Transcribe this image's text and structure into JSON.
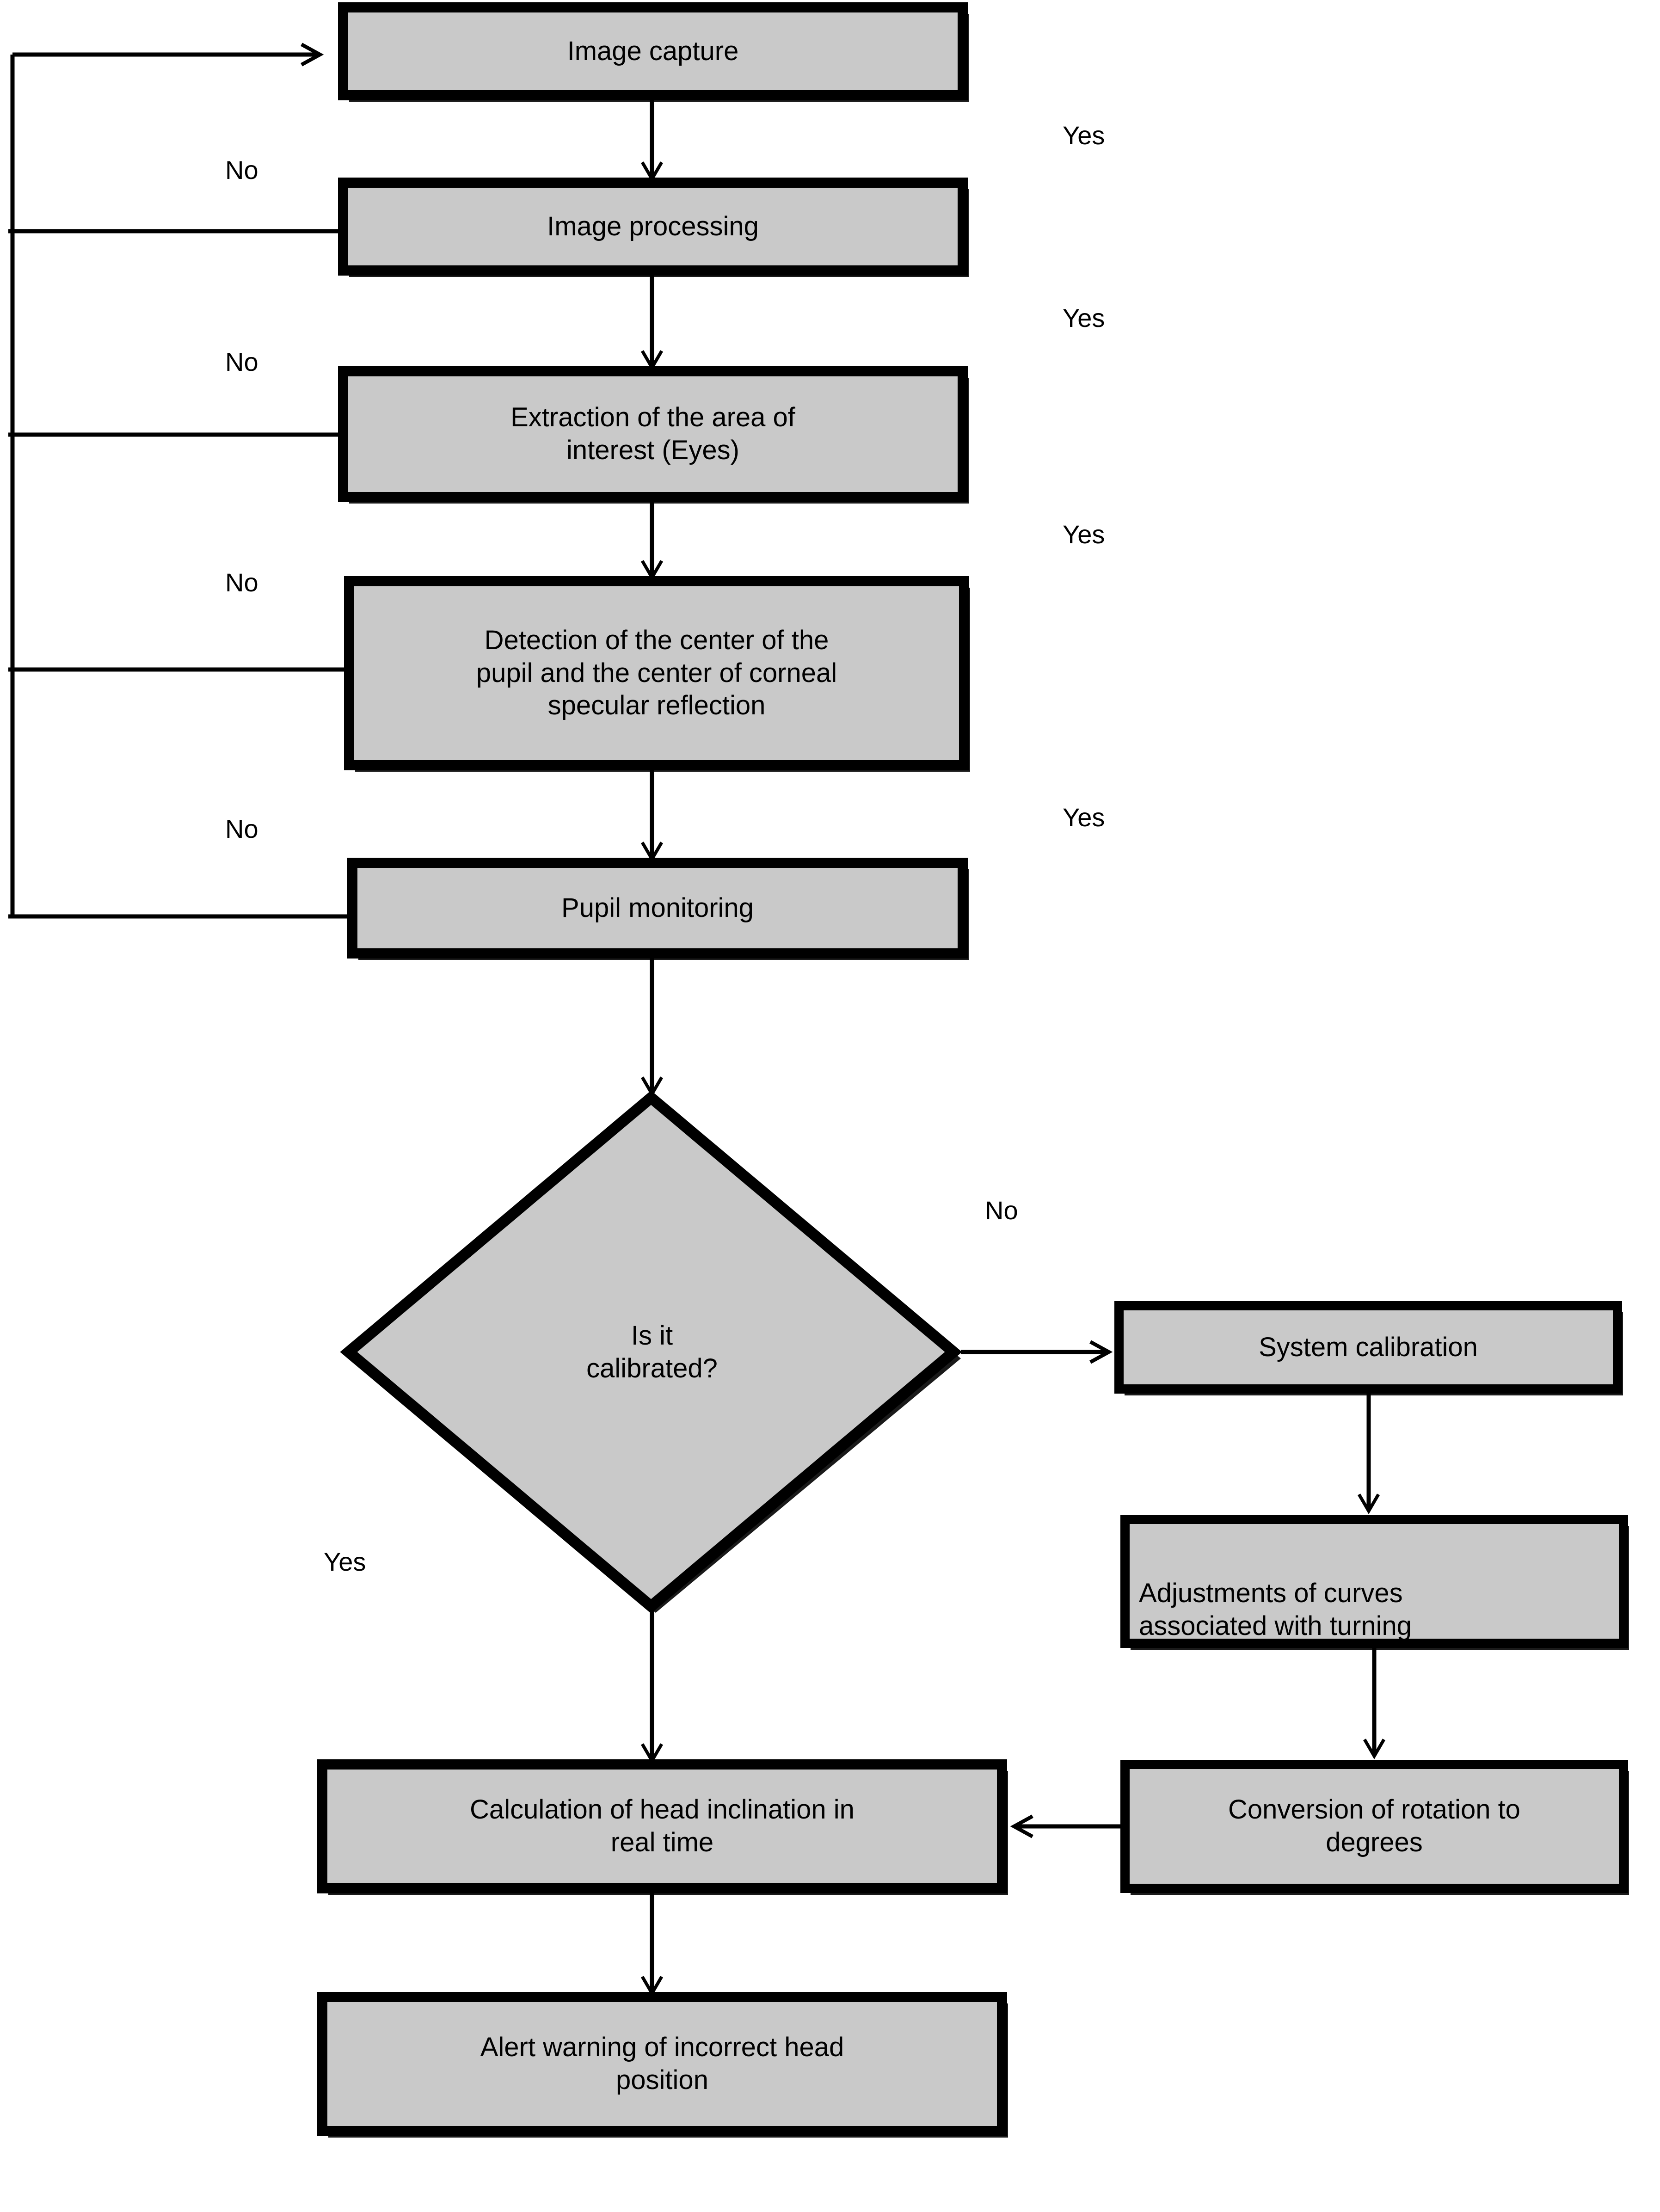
{
  "diagram": {
    "title": "Eye-tracking and head-inclination system flowchart",
    "type": "flowchart",
    "colors": {
      "node_fill": "#c9c9c9",
      "node_border": "#000000",
      "node_shadow": "#1a1a1a",
      "edge": "#000000",
      "background": "#ffffff",
      "text": "#000000"
    },
    "nodes": [
      {
        "id": "image-capture",
        "shape": "process",
        "text": "Image capture"
      },
      {
        "id": "image-processing",
        "shape": "process",
        "text": "Image processing"
      },
      {
        "id": "extraction-area",
        "shape": "process",
        "text": "Extraction of the area of\ninterest (Eyes)"
      },
      {
        "id": "detection-center",
        "shape": "process",
        "text": "Detection of the center of the\npupil and the center of corneal\nspecular reflection"
      },
      {
        "id": "pupil-monitoring",
        "shape": "process",
        "text": "Pupil monitoring"
      },
      {
        "id": "is-calibrated",
        "shape": "decision",
        "text": "Is it\ncalibrated?"
      },
      {
        "id": "system-calibration",
        "shape": "process",
        "text": "System calibration"
      },
      {
        "id": "adjustments-curves",
        "shape": "process",
        "text": "Adjustments of curves\nassociated with turning"
      },
      {
        "id": "conversion-degrees",
        "shape": "process",
        "text": "Conversion of rotation to\ndegrees"
      },
      {
        "id": "calculation-head",
        "shape": "process",
        "text": "Calculation of head inclination in\nreal time"
      },
      {
        "id": "alert-warning",
        "shape": "process",
        "text": "Alert warning of incorrect head\nposition"
      }
    ],
    "edge_labels": {
      "no_1": "No",
      "no_2": "No",
      "no_3": "No",
      "no_4": "No",
      "no_calibrated": "No",
      "yes_1": "Yes",
      "yes_2": "Yes",
      "yes_3": "Yes",
      "yes_4": "Yes",
      "yes_calibrated": "Yes"
    },
    "edges": [
      {
        "from": "image-capture",
        "to": "image-processing",
        "label": ""
      },
      {
        "from": "image-processing",
        "to": "extraction-area",
        "label": ""
      },
      {
        "from": "extraction-area",
        "to": "detection-center",
        "label": ""
      },
      {
        "from": "detection-center",
        "to": "pupil-monitoring",
        "label": ""
      },
      {
        "from": "pupil-monitoring",
        "to": "is-calibrated",
        "label": ""
      },
      {
        "from": "image-processing",
        "to": "image-capture",
        "label": "No"
      },
      {
        "from": "extraction-area",
        "to": "image-capture",
        "label": "No"
      },
      {
        "from": "detection-center",
        "to": "image-capture",
        "label": "No"
      },
      {
        "from": "pupil-monitoring",
        "to": "image-capture",
        "label": "No"
      },
      {
        "from": "is-calibrated",
        "to": "system-calibration",
        "label": "No"
      },
      {
        "from": "is-calibrated",
        "to": "calculation-head",
        "label": "Yes"
      },
      {
        "from": "system-calibration",
        "to": "adjustments-curves",
        "label": ""
      },
      {
        "from": "adjustments-curves",
        "to": "conversion-degrees",
        "label": ""
      },
      {
        "from": "conversion-degrees",
        "to": "calculation-head",
        "label": ""
      },
      {
        "from": "calculation-head",
        "to": "alert-warning",
        "label": ""
      }
    ]
  }
}
